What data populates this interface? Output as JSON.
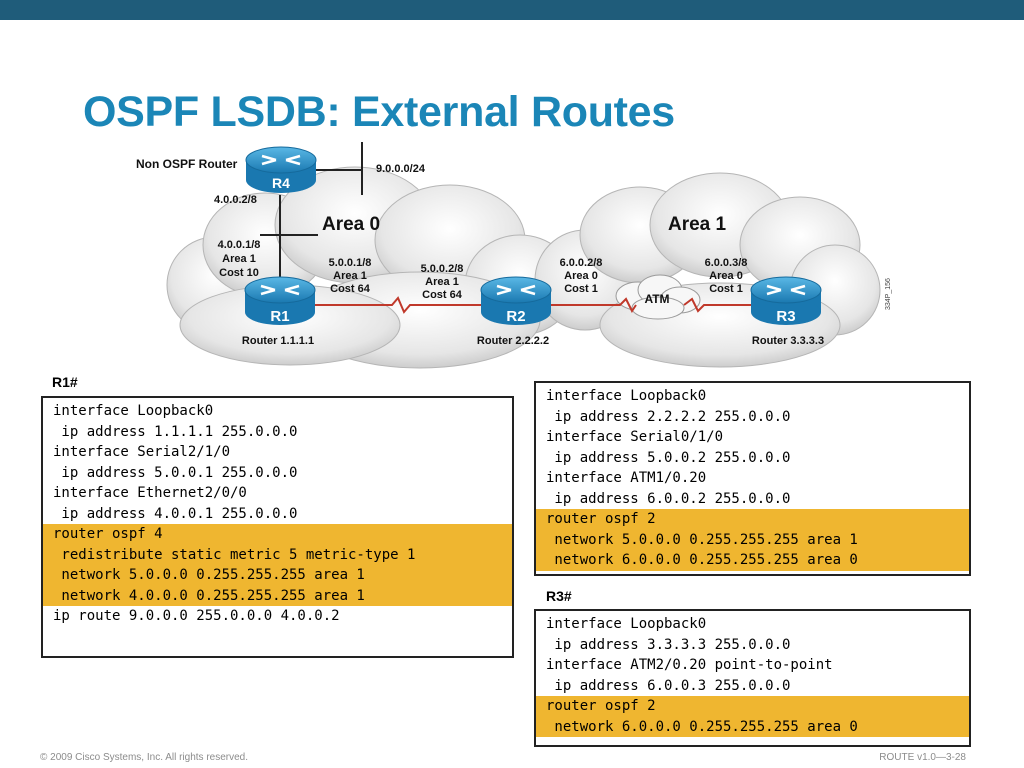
{
  "title": "OSPF LSDB: External Routes",
  "diagram": {
    "non_ospf_label": "Non OSPF Router",
    "net_9": "9.0.0.0/24",
    "r4_if": "4.0.0.2/8",
    "area0": "Area 0",
    "area1": "Area 1",
    "r1_eth": [
      "4.0.0.1/8",
      "Area 1",
      "Cost 10"
    ],
    "r1_ser": [
      "5.0.0.1/8",
      "Area 1",
      "Cost 64"
    ],
    "r2_ser": [
      "5.0.0.2/8",
      "Area 1",
      "Cost 64"
    ],
    "r2_atm": [
      "6.0.0.2/8",
      "Area 0",
      "Cost 1"
    ],
    "r3_atm": [
      "6.0.0.3/8",
      "Area 0",
      "Cost 1"
    ],
    "atm": "ATM",
    "routers": {
      "r1": {
        "name": "R1",
        "caption": "Router 1.1.1.1"
      },
      "r2": {
        "name": "R2",
        "caption": "Router 2.2.2.2"
      },
      "r3": {
        "name": "R3",
        "caption": "Router 3.3.3.3"
      },
      "r4": {
        "name": "R4"
      }
    },
    "figure_id": "334P_156"
  },
  "r1": {
    "label": "R1#",
    "lines": [
      "interface Loopback0",
      " ip address 1.1.1.1 255.0.0.0",
      "interface Serial2/1/0",
      " ip address 5.0.0.1 255.0.0.0",
      "interface Ethernet2/0/0",
      " ip address 4.0.0.1 255.0.0.0",
      "router ospf 4",
      " redistribute static metric 5 metric-type 1",
      " network 5.0.0.0 0.255.255.255 area 1",
      " network 4.0.0.0 0.255.255.255 area 1",
      "ip route 9.0.0.0 255.0.0.0 4.0.0.2"
    ]
  },
  "r2": {
    "lines": [
      "interface Loopback0",
      " ip address 2.2.2.2 255.0.0.0",
      "interface Serial0/1/0",
      " ip address 5.0.0.2 255.0.0.0",
      "interface ATM1/0.20",
      " ip address 6.0.0.2 255.0.0.0",
      "router ospf 2",
      " network 5.0.0.0 0.255.255.255 area 1",
      " network 6.0.0.0 0.255.255.255 area 0"
    ]
  },
  "r3": {
    "label": "R3#",
    "lines": [
      "interface Loopback0",
      " ip address 3.3.3.3 255.0.0.0",
      "interface ATM2/0.20 point-to-point",
      " ip address 6.0.0.3 255.0.0.0",
      "router ospf 2",
      " network 6.0.0.0 0.255.255.255 area 0"
    ]
  },
  "footer": {
    "copyright": "© 2009 Cisco Systems, Inc. All rights reserved.",
    "course": "ROUTE v1.0—3-28"
  },
  "colors": {
    "title": "#1b86b7",
    "topbar": "#1f5c7a",
    "highlight": "#efb630",
    "router": "#1f8fc8",
    "serial_link": "#c0392b"
  }
}
